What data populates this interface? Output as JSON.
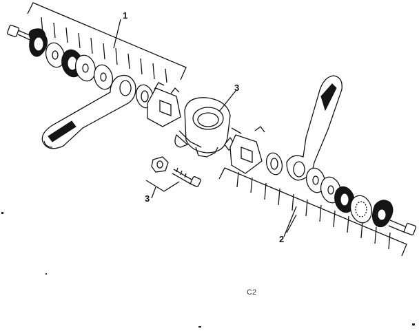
{
  "callouts": [
    {
      "id": "callout-1",
      "text": "1"
    },
    {
      "id": "callout-3-top",
      "text": "3"
    },
    {
      "id": "callout-3-bottom",
      "text": "3"
    },
    {
      "id": "callout-2",
      "text": "2"
    }
  ],
  "figure_code": "C2"
}
